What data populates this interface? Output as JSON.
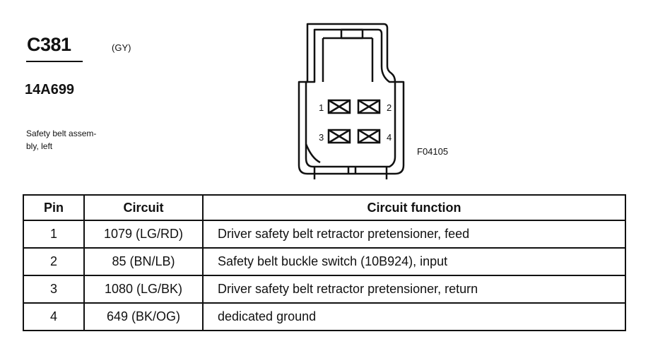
{
  "connector": {
    "id": "C381",
    "color_code": "(GY)",
    "part_number": "14A699",
    "description_lines": [
      "Safety belt assem-",
      "bly, left"
    ]
  },
  "figure_code": "F04105",
  "diagram": {
    "pin_labels": [
      "1",
      "2",
      "3",
      "4"
    ]
  },
  "table": {
    "headers": [
      "Pin",
      "Circuit",
      "Circuit function"
    ],
    "rows": [
      {
        "pin": "1",
        "circuit": "1079 (LG/RD)",
        "function": "Driver safety belt retractor pretensioner, feed"
      },
      {
        "pin": "2",
        "circuit": "85 (BN/LB)",
        "function": "Safety belt buckle switch (10B924), input"
      },
      {
        "pin": "3",
        "circuit": "1080 (LG/BK)",
        "function": "Driver safety belt retractor pretensioner, return"
      },
      {
        "pin": "4",
        "circuit": "649 (BK/OG)",
        "function": "dedicated ground"
      }
    ]
  }
}
